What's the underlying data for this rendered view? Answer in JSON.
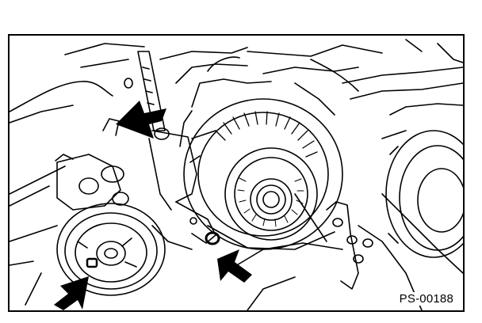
{
  "figure": {
    "label": "PS-00188",
    "line_color": "#000000",
    "background_color": "#ffffff"
  },
  "callouts": [
    {
      "icon": "arrow-icon",
      "target": "alternator-pivot-bolt"
    },
    {
      "icon": "arrow-icon",
      "target": "alternator-lower-bolt"
    },
    {
      "icon": "arrow-icon",
      "target": "pulley-bolt"
    }
  ]
}
